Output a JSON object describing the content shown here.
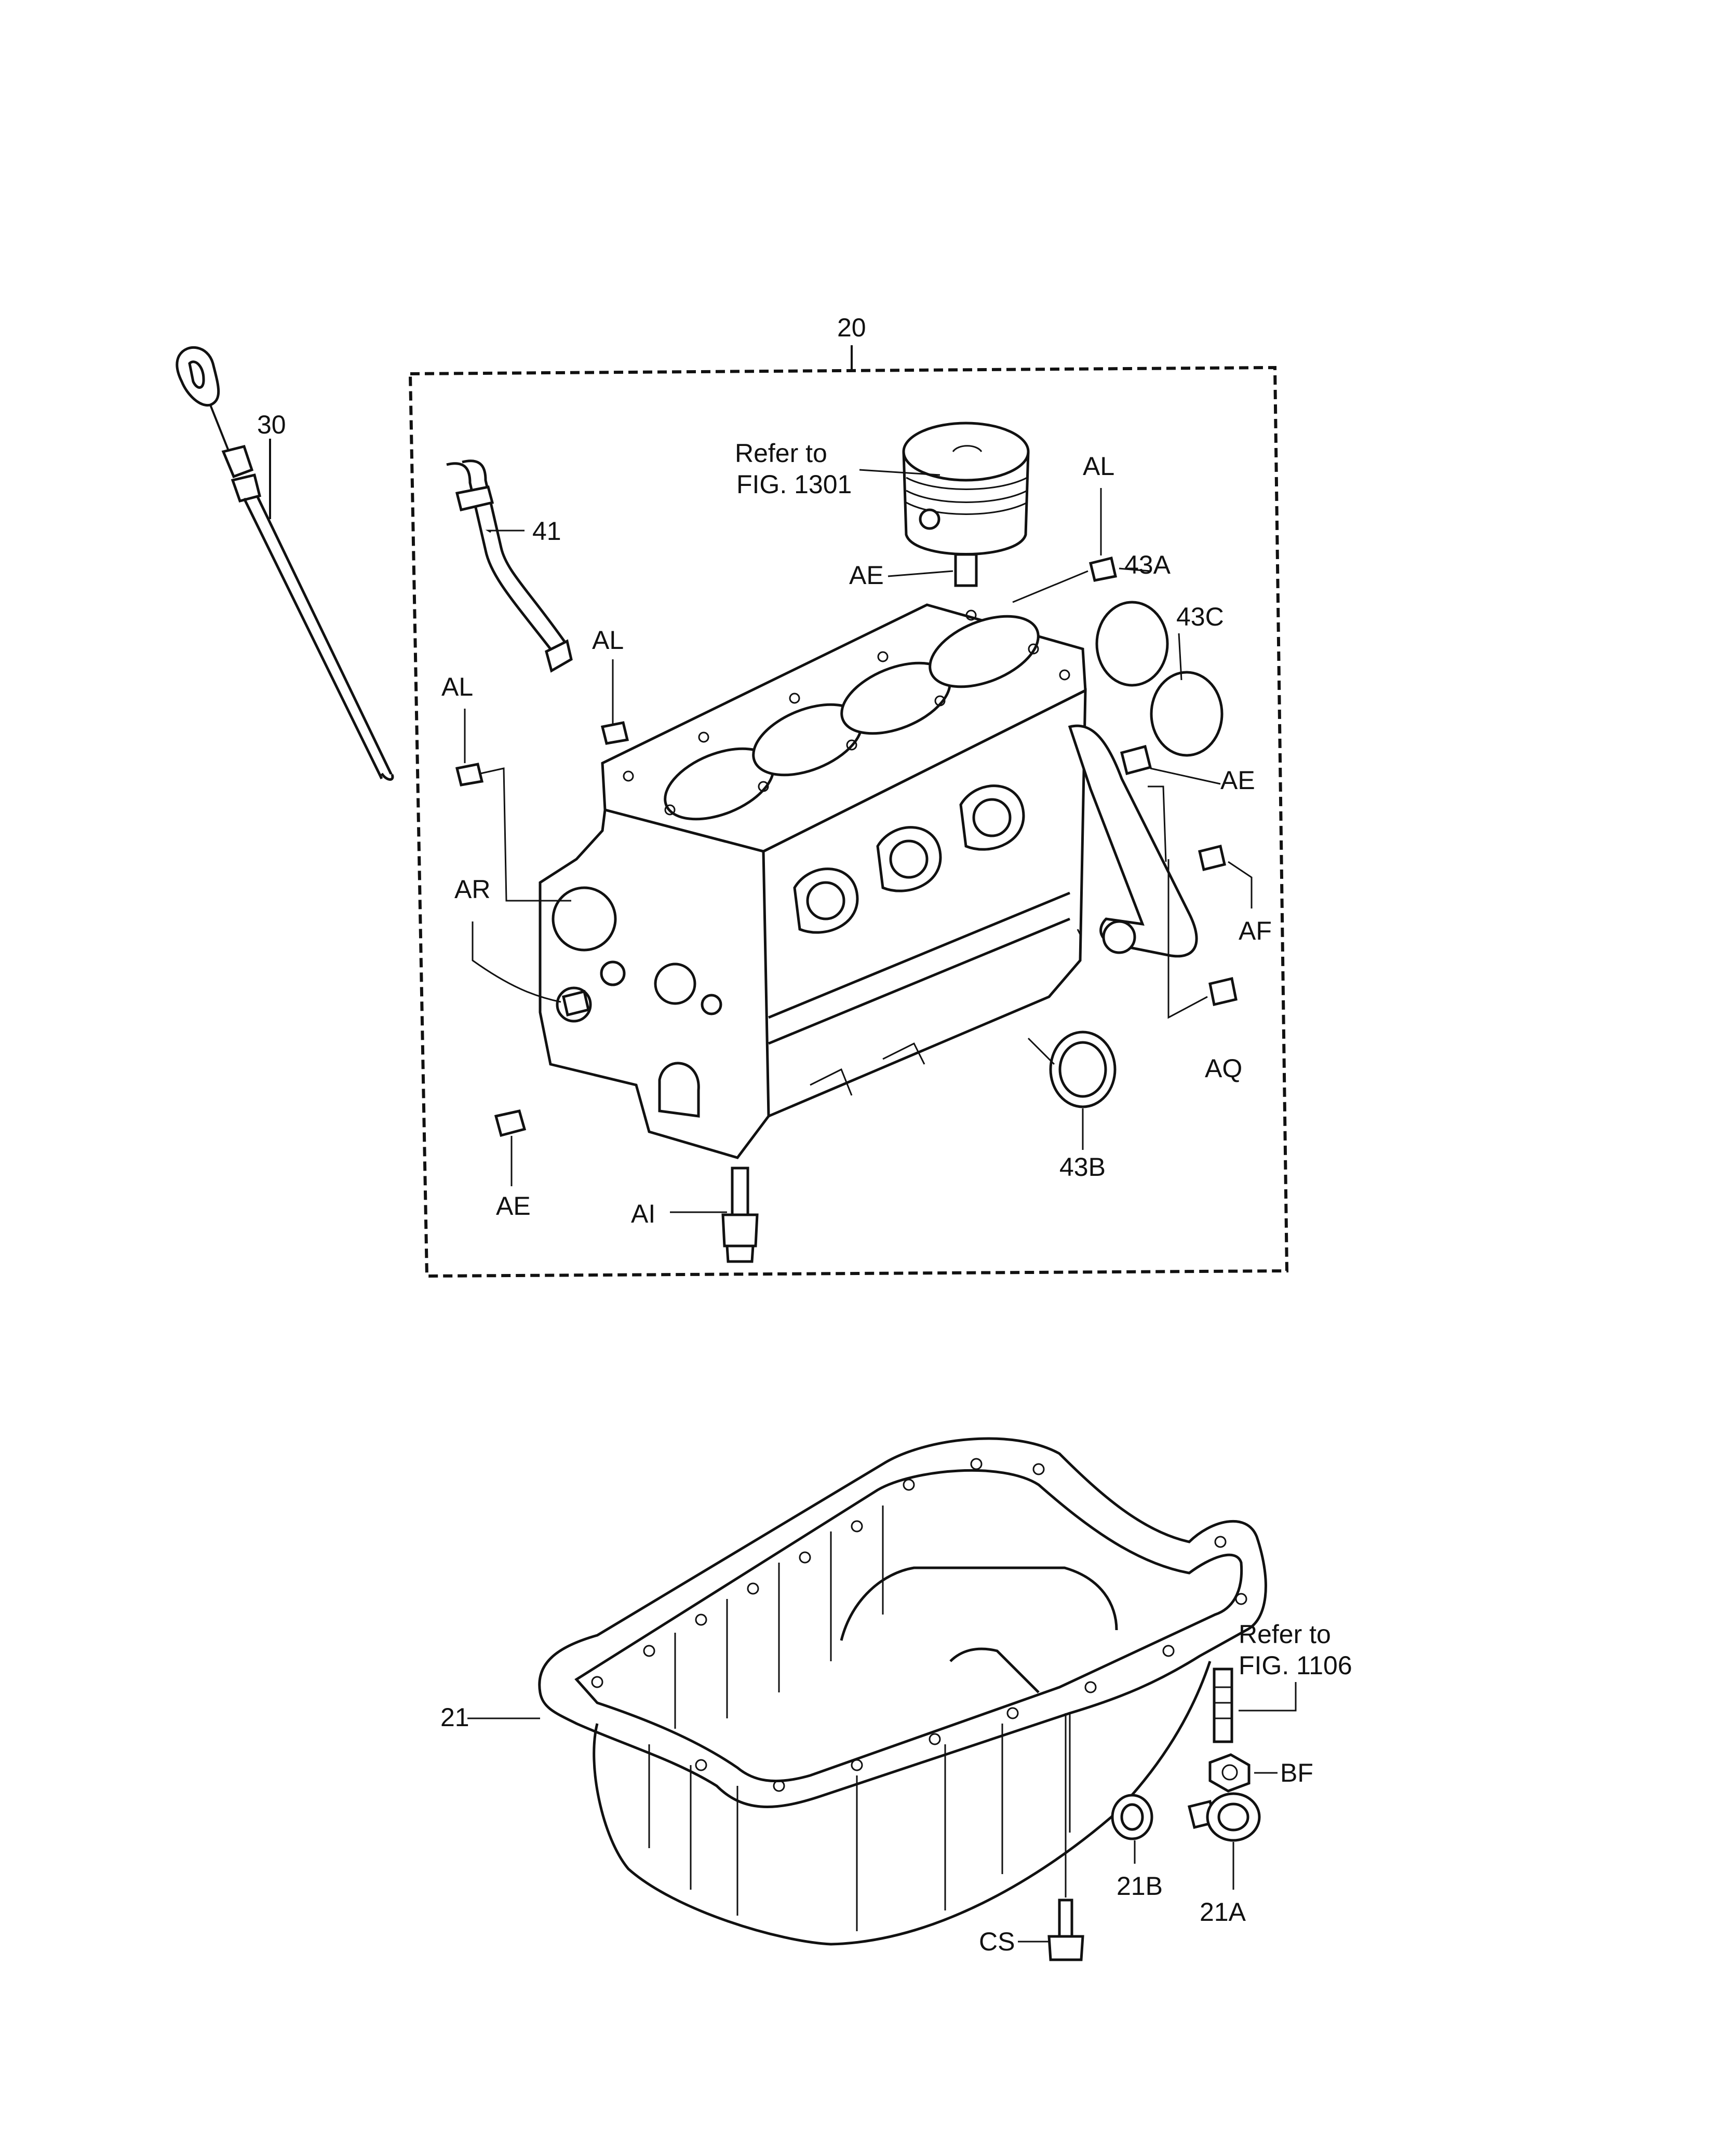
{
  "labels": {
    "l20": "20",
    "l30": "30",
    "l41": "41",
    "refer_top_1": "Refer to",
    "refer_top_2": "FIG. 1301",
    "al_top": "AL",
    "l43a": "43A",
    "l43c": "43C",
    "ae_piston": "AE",
    "al_mid": "AL",
    "al_left": "AL",
    "ae_right": "AE",
    "ar": "AR",
    "af": "AF",
    "aq": "AQ",
    "l43b": "43B",
    "ae_bottom": "AE",
    "ai": "AI",
    "refer_bot_1": "Refer to",
    "refer_bot_2": "FIG. 1106",
    "l21": "21",
    "bf": "BF",
    "l21b": "21B",
    "l21a": "21A",
    "cs": "CS"
  }
}
